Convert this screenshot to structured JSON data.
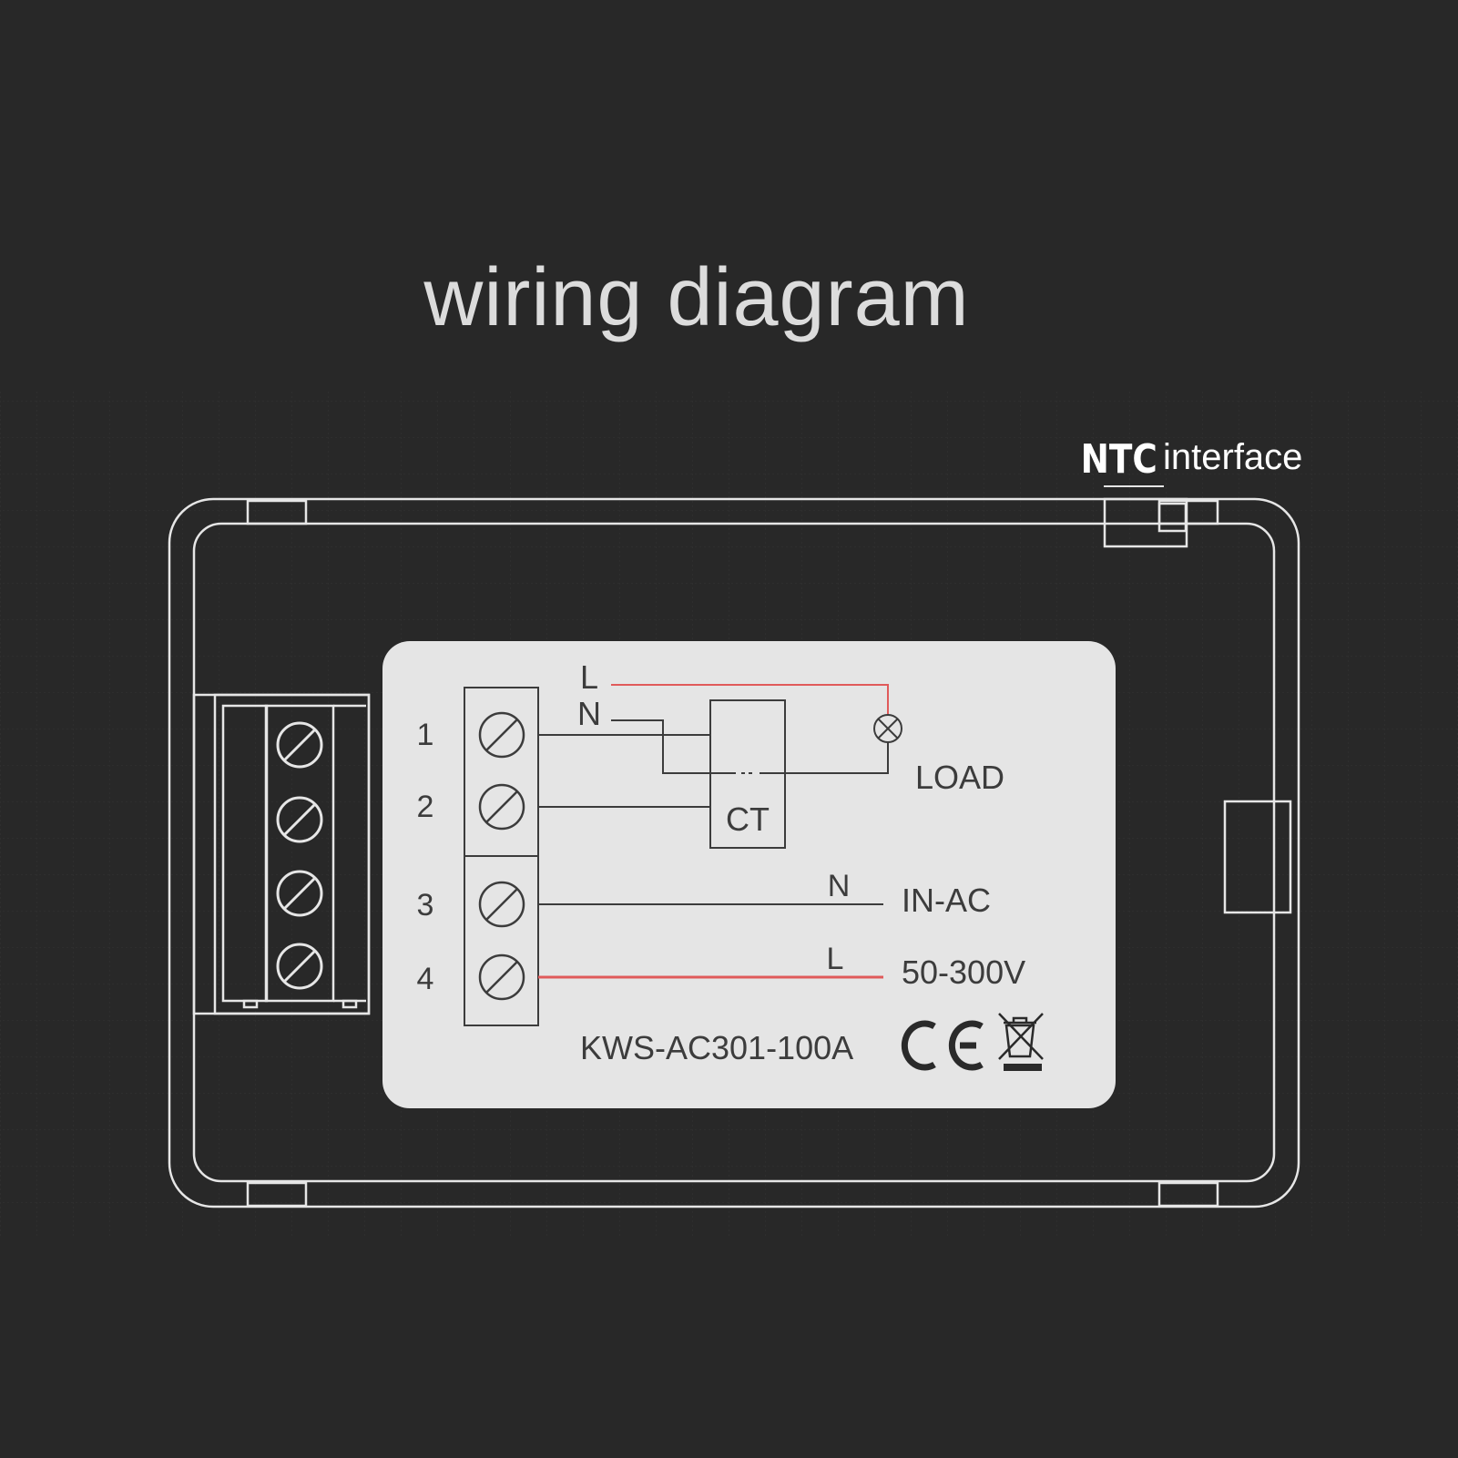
{
  "title": "wiring diagram",
  "ntc_label": {
    "prefix": "NTC",
    "suffix": "interface"
  },
  "terminals": [
    "1",
    "2",
    "3",
    "4"
  ],
  "wire_labels": {
    "top_l": "L",
    "top_n": "N",
    "in_n": "N",
    "in_l": "L"
  },
  "ct_label": "CT",
  "load_label": "LOAD",
  "input_label": "IN-AC",
  "voltage_label": "50-300V",
  "model": "KWS-AC301-100A",
  "colors": {
    "background": "#282828",
    "outline": "#e6e6e6",
    "panel": "#e5e5e5",
    "wire": "#3c3c3c",
    "live_wire": "#e05a5a"
  },
  "icons": [
    "ce-mark-icon",
    "weee-bin-icon",
    "lamp-icon",
    "screw-icon"
  ]
}
